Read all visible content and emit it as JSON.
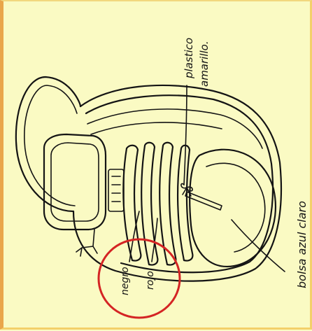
{
  "labels": {
    "plastic_label": "plastico",
    "plastic_label_2": "amarillo.",
    "bag_label": "bolsa azul claro",
    "black_label": "negro",
    "red_label": "rojo"
  },
  "colors": {
    "ink": "#141414",
    "paper": "#fafac3",
    "highlight_circle": "#d42424"
  }
}
